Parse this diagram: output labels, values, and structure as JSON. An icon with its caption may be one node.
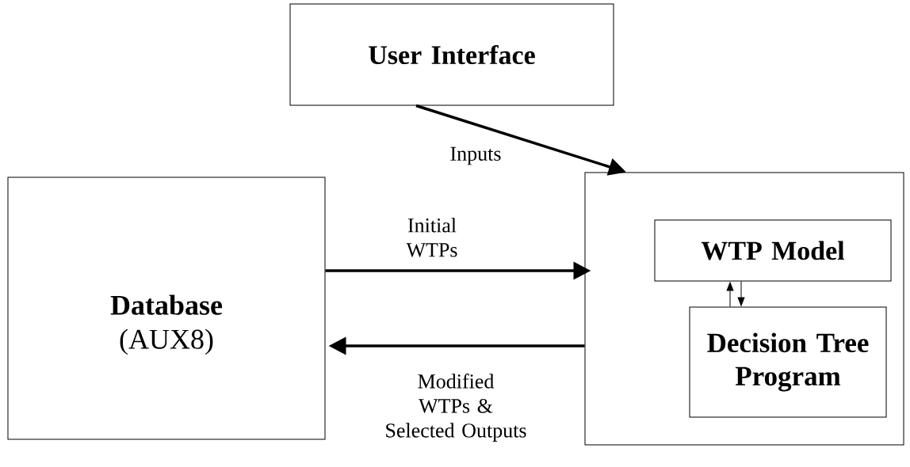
{
  "diagram": {
    "nodes": [
      {
        "text": [
          "User Interface"
        ]
      },
      {
        "text": [
          "Database",
          "(AUX8)"
        ]
      },
      {
        "text": [],
        "shape": "box"
      },
      {
        "text": [
          "WTP Model"
        ],
        "in": 2
      },
      {
        "text": [
          "Decision Tree Program"
        ],
        "in": 2
      }
    ],
    "edges": [
      {
        "from": 0,
        "to": 2,
        "arrow": "to",
        "label": "Inputs"
      },
      {
        "from": 1,
        "to": 2,
        "arrow": "to",
        "label": "Initial WTPs"
      },
      {
        "from": 2,
        "to": 1,
        "arrow": "to",
        "label": "Modified WTPs & Selected Outputs"
      },
      {
        "from": 4,
        "to": 3,
        "arrow": "to"
      },
      {
        "from": 3,
        "to": 4,
        "arrow": "to"
      }
    ]
  }
}
